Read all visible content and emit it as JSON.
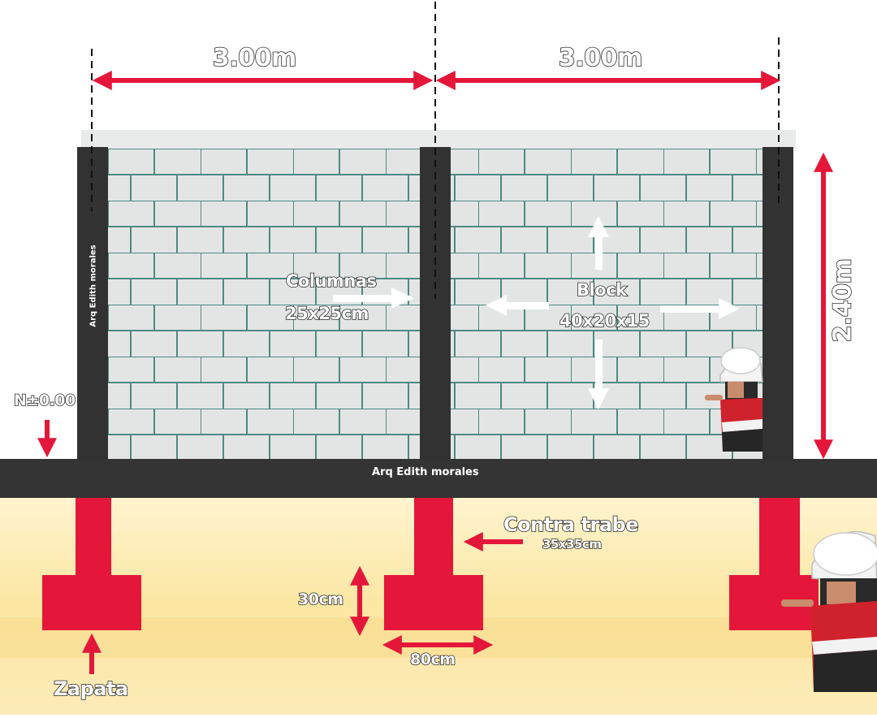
{
  "dimensions": {
    "span_left": "3.00m",
    "span_right": "3.00m",
    "wall_height": "2.40m",
    "level": "N±0.00"
  },
  "labels": {
    "columns_title": "Columnas",
    "columns_size": "25x25cm",
    "block_title": "Block",
    "block_size": "40x20x15",
    "beam_title": "Contra trabe",
    "beam_size": "35x35cm",
    "footing_height": "30cm",
    "footing_width": "80cm",
    "footing": "Zapata"
  },
  "credits": {
    "column_credit": "Arq Edith morales",
    "beam_credit": "Arq Edith morales"
  },
  "colors": {
    "accent_red": "#e4173a",
    "concrete": "#333333",
    "block_fill": "#e2e4e4",
    "mortar": "#4e8a82",
    "soil": "#fbe7a6"
  }
}
